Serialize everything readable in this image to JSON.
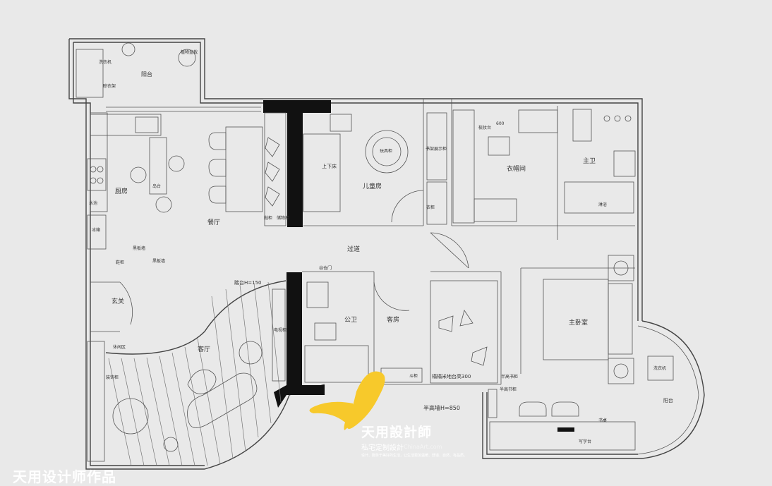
{
  "rooms": {
    "balcony_top": "阳台",
    "washer_top": "洗衣机",
    "drying_rack": "晾衣架",
    "plant_box": "植物盆栽",
    "kitchen": "厨房",
    "island": "岛台",
    "sink_cab": "水池",
    "fridge": "冰箱",
    "dining": "餐厅",
    "shoe_cab": "鞋柜",
    "storage_cab": "储物柜",
    "bunk_bed": "上下床",
    "kids_room": "儿童房",
    "toy_cabinet": "玩具柜",
    "bookshelf": "书架展示柜",
    "closet_room": "衣帽间",
    "dresser": "梳妆台",
    "master_bath": "主卫",
    "shower": "淋浴",
    "hallway": "过道",
    "black_wall_1": "黑板墙",
    "black_wall_2": "黑板墙",
    "entrance_cab": "鞋柜",
    "foyer": "玄关",
    "step": "踏台H=150",
    "powder_door": "谷仓门",
    "public_bath": "公卫",
    "guest_room": "客房",
    "tatami": "榻榻米地台高300",
    "master_bed": "主卧室",
    "living": "客厅",
    "tv_wall": "电视柜",
    "feature_cab": "装饰柜",
    "leisure": "休闲区",
    "washer_right": "洗衣机",
    "balcony_right": "阳台",
    "half_wall": "半高墙H=850",
    "writing_desk": "写字台",
    "half_cab_1": "半高书柜",
    "half_cab_2": "半高书柜",
    "side_cab": "斗柜",
    "wardrobe": "衣柜",
    "study_window": "书桌",
    "slogan_600": "600"
  },
  "brand": {
    "title": "天用設計師",
    "subtitle": "私宅定制設計",
    "url": "ChinaArt.com",
    "copy": "设计、服务于美好的生活，让生活更加温暖、舒适、自然、有品质。"
  },
  "watermark": "天用设计师作品",
  "colors": {
    "background": "#e9e9e9",
    "wall": "#444444",
    "butterfly": "#f7c92b",
    "text": "#333333"
  }
}
